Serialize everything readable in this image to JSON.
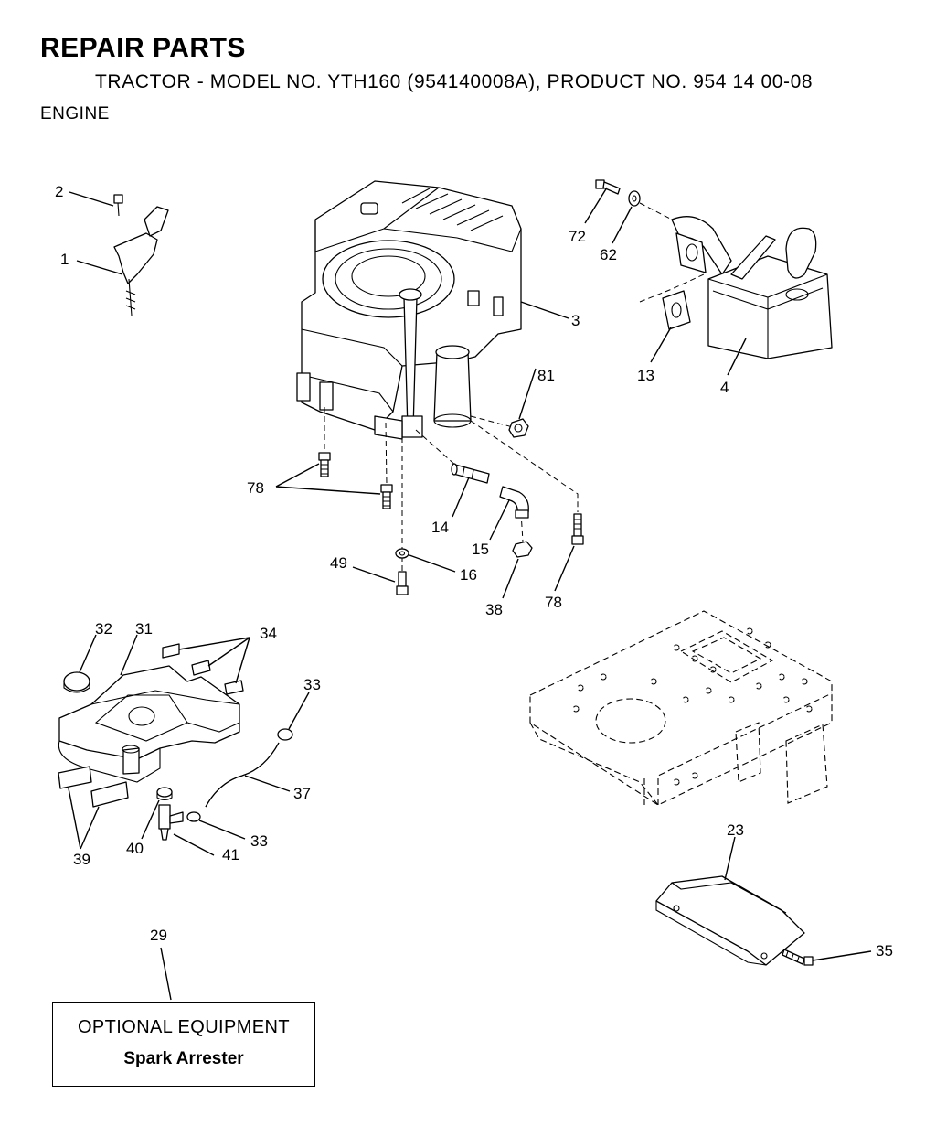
{
  "header": {
    "title": "REPAIR PARTS",
    "subtitle": "TRACTOR - MODEL NO. YTH160 (954140008A), PRODUCT NO. 954 14 00-08",
    "section": "ENGINE"
  },
  "callouts": [
    {
      "id": "c-2a",
      "label": "2"
    },
    {
      "id": "c-1",
      "label": "1"
    },
    {
      "id": "c-3",
      "label": "3"
    },
    {
      "id": "c-72",
      "label": "72"
    },
    {
      "id": "c-62",
      "label": "62"
    },
    {
      "id": "c-13",
      "label": "13"
    },
    {
      "id": "c-4",
      "label": "4"
    },
    {
      "id": "c-81",
      "label": "81"
    },
    {
      "id": "c-78a",
      "label": "78"
    },
    {
      "id": "c-14",
      "label": "14"
    },
    {
      "id": "c-15",
      "label": "15"
    },
    {
      "id": "c-49",
      "label": "49"
    },
    {
      "id": "c-16",
      "label": "16"
    },
    {
      "id": "c-38",
      "label": "38"
    },
    {
      "id": "c-78b",
      "label": "78"
    },
    {
      "id": "c-32",
      "label": "32"
    },
    {
      "id": "c-31",
      "label": "31"
    },
    {
      "id": "c-34",
      "label": "34"
    },
    {
      "id": "c-33a",
      "label": "33"
    },
    {
      "id": "c-37",
      "label": "37"
    },
    {
      "id": "c-33b",
      "label": "33"
    },
    {
      "id": "c-39",
      "label": "39"
    },
    {
      "id": "c-40",
      "label": "40"
    },
    {
      "id": "c-41",
      "label": "41"
    },
    {
      "id": "c-23",
      "label": "23"
    },
    {
      "id": "c-35",
      "label": "35"
    },
    {
      "id": "c-29",
      "label": "29"
    }
  ],
  "optional_box": {
    "heading": "OPTIONAL EQUIPMENT",
    "item": "Spark Arrester"
  }
}
